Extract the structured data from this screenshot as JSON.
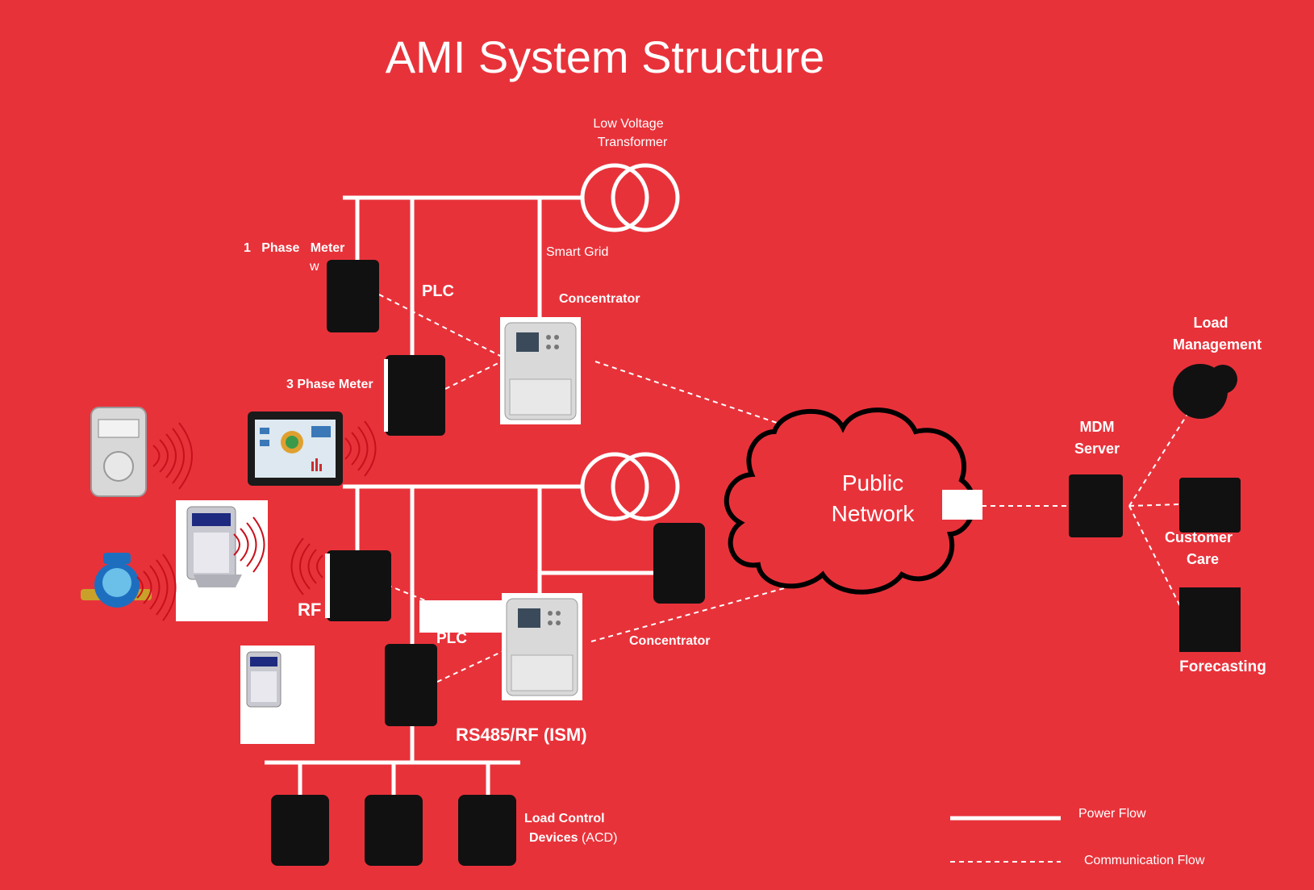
{
  "title": "AMI System Structure",
  "labels": {
    "transformer_line1": "Low Voltage",
    "transformer_line2": "Transformer",
    "smart_grid": "Smart Grid",
    "plc_top": "PLC",
    "concentrator_top": "Concentrator",
    "one_phase_meter": "1   Phase   Meter",
    "one_phase_meter_sub": "w",
    "three_phase_meter": "3 Phase Meter",
    "rf": "RF",
    "plc_bottom": "PLC",
    "concentrator_bottom": "Concentrator",
    "rs485": "RS485/RF (ISM)",
    "load_control_line1": "Load Control",
    "load_control_line2_bold": "Devices",
    "load_control_line2_rest": "(ACD)",
    "public_network_line1": "Public",
    "public_network_line2": "Network",
    "mdm_line1": "MDM",
    "mdm_line2": "Server",
    "load_mgmt_line1": "Load",
    "load_mgmt_line2": "Management",
    "customer_care_line1": "Customer",
    "customer_care_line2": "Care",
    "forecasting": "Forecasting"
  },
  "legend": {
    "power_flow": "Power Flow",
    "communication_flow": "Communication Flow"
  },
  "colors": {
    "background": "#e8323a",
    "line": "#ffffff",
    "device_dark": "#111111",
    "device_light": "#e8e8e8",
    "rf_wave": "#c8101c"
  }
}
